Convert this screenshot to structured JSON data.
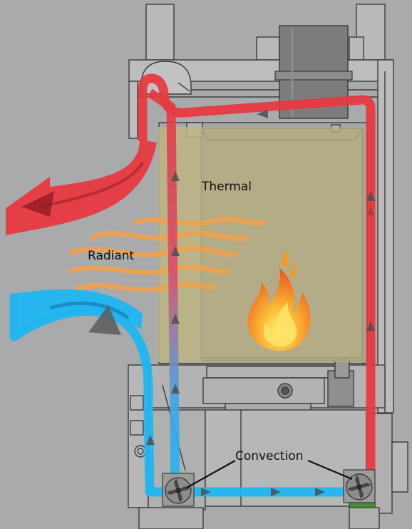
{
  "labels": {
    "thermal": "Thermal",
    "radiant": "Radiant",
    "convection": "Convection"
  },
  "colors": {
    "background": "#a9aaab",
    "hot_air": "#e8373f",
    "cool_air": "#1fb6f0",
    "glass_panel": "#b6ad7f",
    "flame": "#f79a2a",
    "radiant_waves": "#f4a14a"
  },
  "icons": [
    "flame-icon",
    "fan-icon",
    "fan-icon",
    "flow-arrow-icon"
  ]
}
